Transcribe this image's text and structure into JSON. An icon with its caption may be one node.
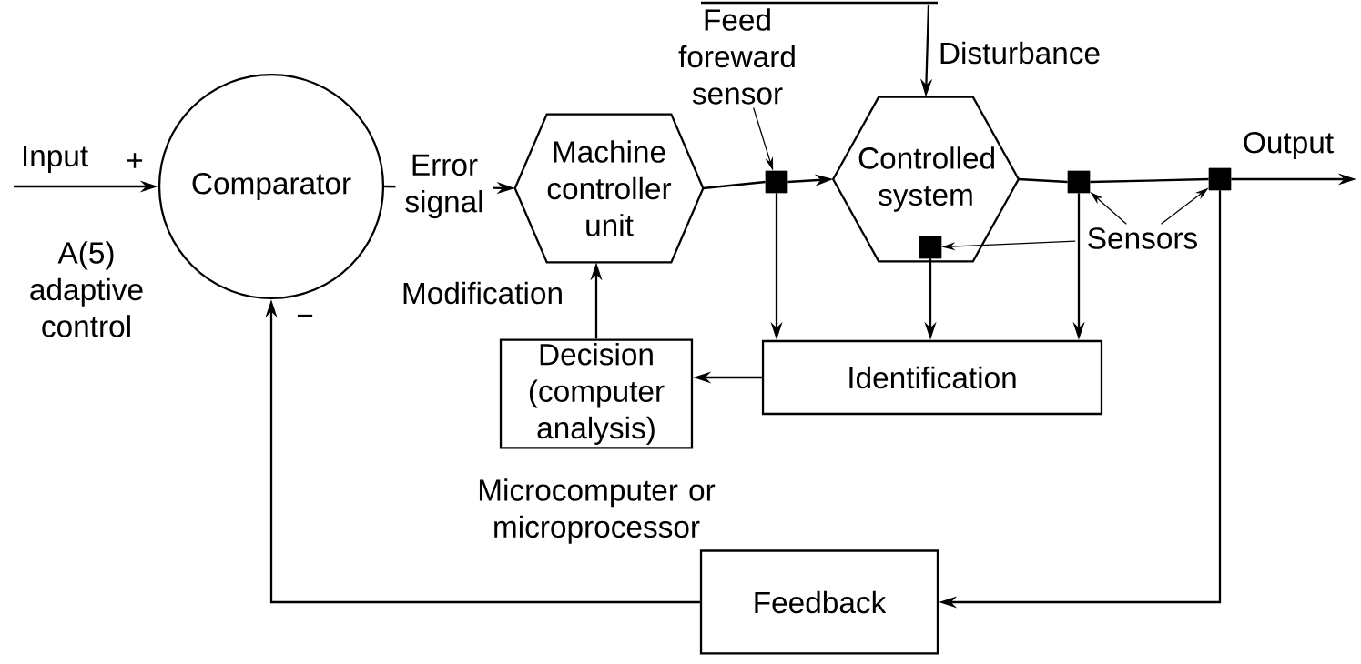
{
  "diagram": {
    "nodes": [
      {
        "text": [
          "Comparator"
        ]
      },
      {
        "text": [
          "Machine controller unit"
        ]
      },
      {
        "text": [
          "Controlled system"
        ]
      },
      {
        "text": [
          "Decision (computer analysis)"
        ]
      },
      {
        "text": [
          "Identification"
        ]
      },
      {
        "text": [
          "Feedback"
        ]
      },
      {
        "text": [],
        "shape": "box"
      },
      {
        "text": [],
        "shape": "box"
      },
      {
        "text": [],
        "shape": "box"
      },
      {
        "text": [],
        "shape": "box",
        "in": 2
      },
      {
        "text": [
          "Feed foreward sensor"
        ]
      },
      {
        "text": [
          "Sensors"
        ]
      }
    ],
    "edges": [
      {
        "from": null,
        "to": 0,
        "arrow": "to",
        "label": "Input"
      },
      {
        "from": 0,
        "to": 1,
        "arrow": "to",
        "label": "Error signal"
      },
      {
        "from": 1,
        "to": 6,
        "arrow": "none"
      },
      {
        "from": 6,
        "to": 2,
        "arrow": "to"
      },
      {
        "from": 2,
        "to": 7,
        "arrow": "none"
      },
      {
        "from": 7,
        "to": 8,
        "arrow": "none"
      },
      {
        "from": 8,
        "to": null,
        "arrow": "to",
        "label": "Output"
      },
      {
        "from": null,
        "to": 2,
        "arrow": "to",
        "label": "Disturbance"
      },
      {
        "from": 6,
        "to": 4,
        "arrow": "to"
      },
      {
        "from": 9,
        "to": 4,
        "arrow": "to"
      },
      {
        "from": 7,
        "to": 4,
        "arrow": "to"
      },
      {
        "from": 4,
        "to": 3,
        "arrow": "to"
      },
      {
        "from": 3,
        "to": 1,
        "arrow": "to",
        "label": "Modification"
      },
      {
        "from": 8,
        "to": 5,
        "arrow": "to"
      },
      {
        "from": 5,
        "to": 0,
        "arrow": "to"
      },
      {
        "from": 10,
        "to": 6,
        "arrow": "to"
      },
      {
        "from": 11,
        "to": 9,
        "arrow": "to"
      },
      {
        "from": 11,
        "to": 7,
        "arrow": "to"
      },
      {
        "from": 11,
        "to": 8,
        "arrow": "to"
      }
    ],
    "labels": [
      "+",
      "−",
      "A(5) adaptive control",
      "Microcomputer or microprocessor"
    ]
  }
}
